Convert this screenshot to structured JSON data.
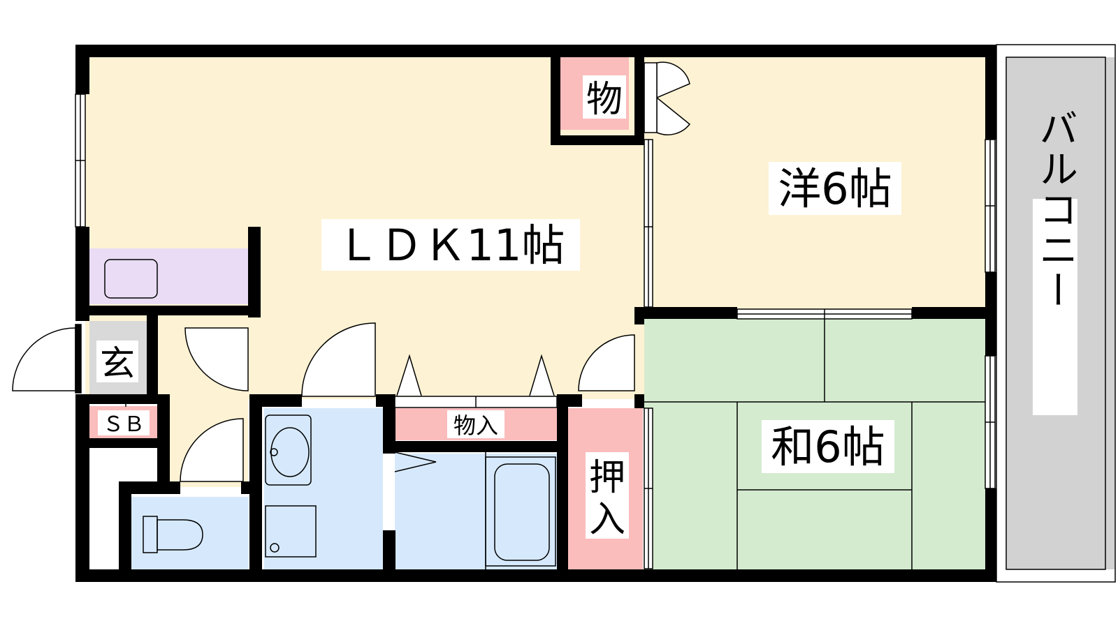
{
  "rooms": {
    "ldk": "ＬＤＫ11帖",
    "western": "洋6帖",
    "japanese": "和6帖",
    "balcony": "バルコニー",
    "storage_top": "物",
    "storage_hall": "物入",
    "closet": [
      "押",
      "入"
    ],
    "entrance": "玄",
    "shoe_box": "ＳＢ"
  },
  "colors": {
    "wall": "#000000",
    "living": "#fdf2d3",
    "storage": "#fbbcbc",
    "wet": "#d6e9fc",
    "kitchen": "#e9dcf4",
    "tatami": "#d4ebcf",
    "balcony": "#d2d2d2",
    "entrance": "#d9d9d9"
  }
}
